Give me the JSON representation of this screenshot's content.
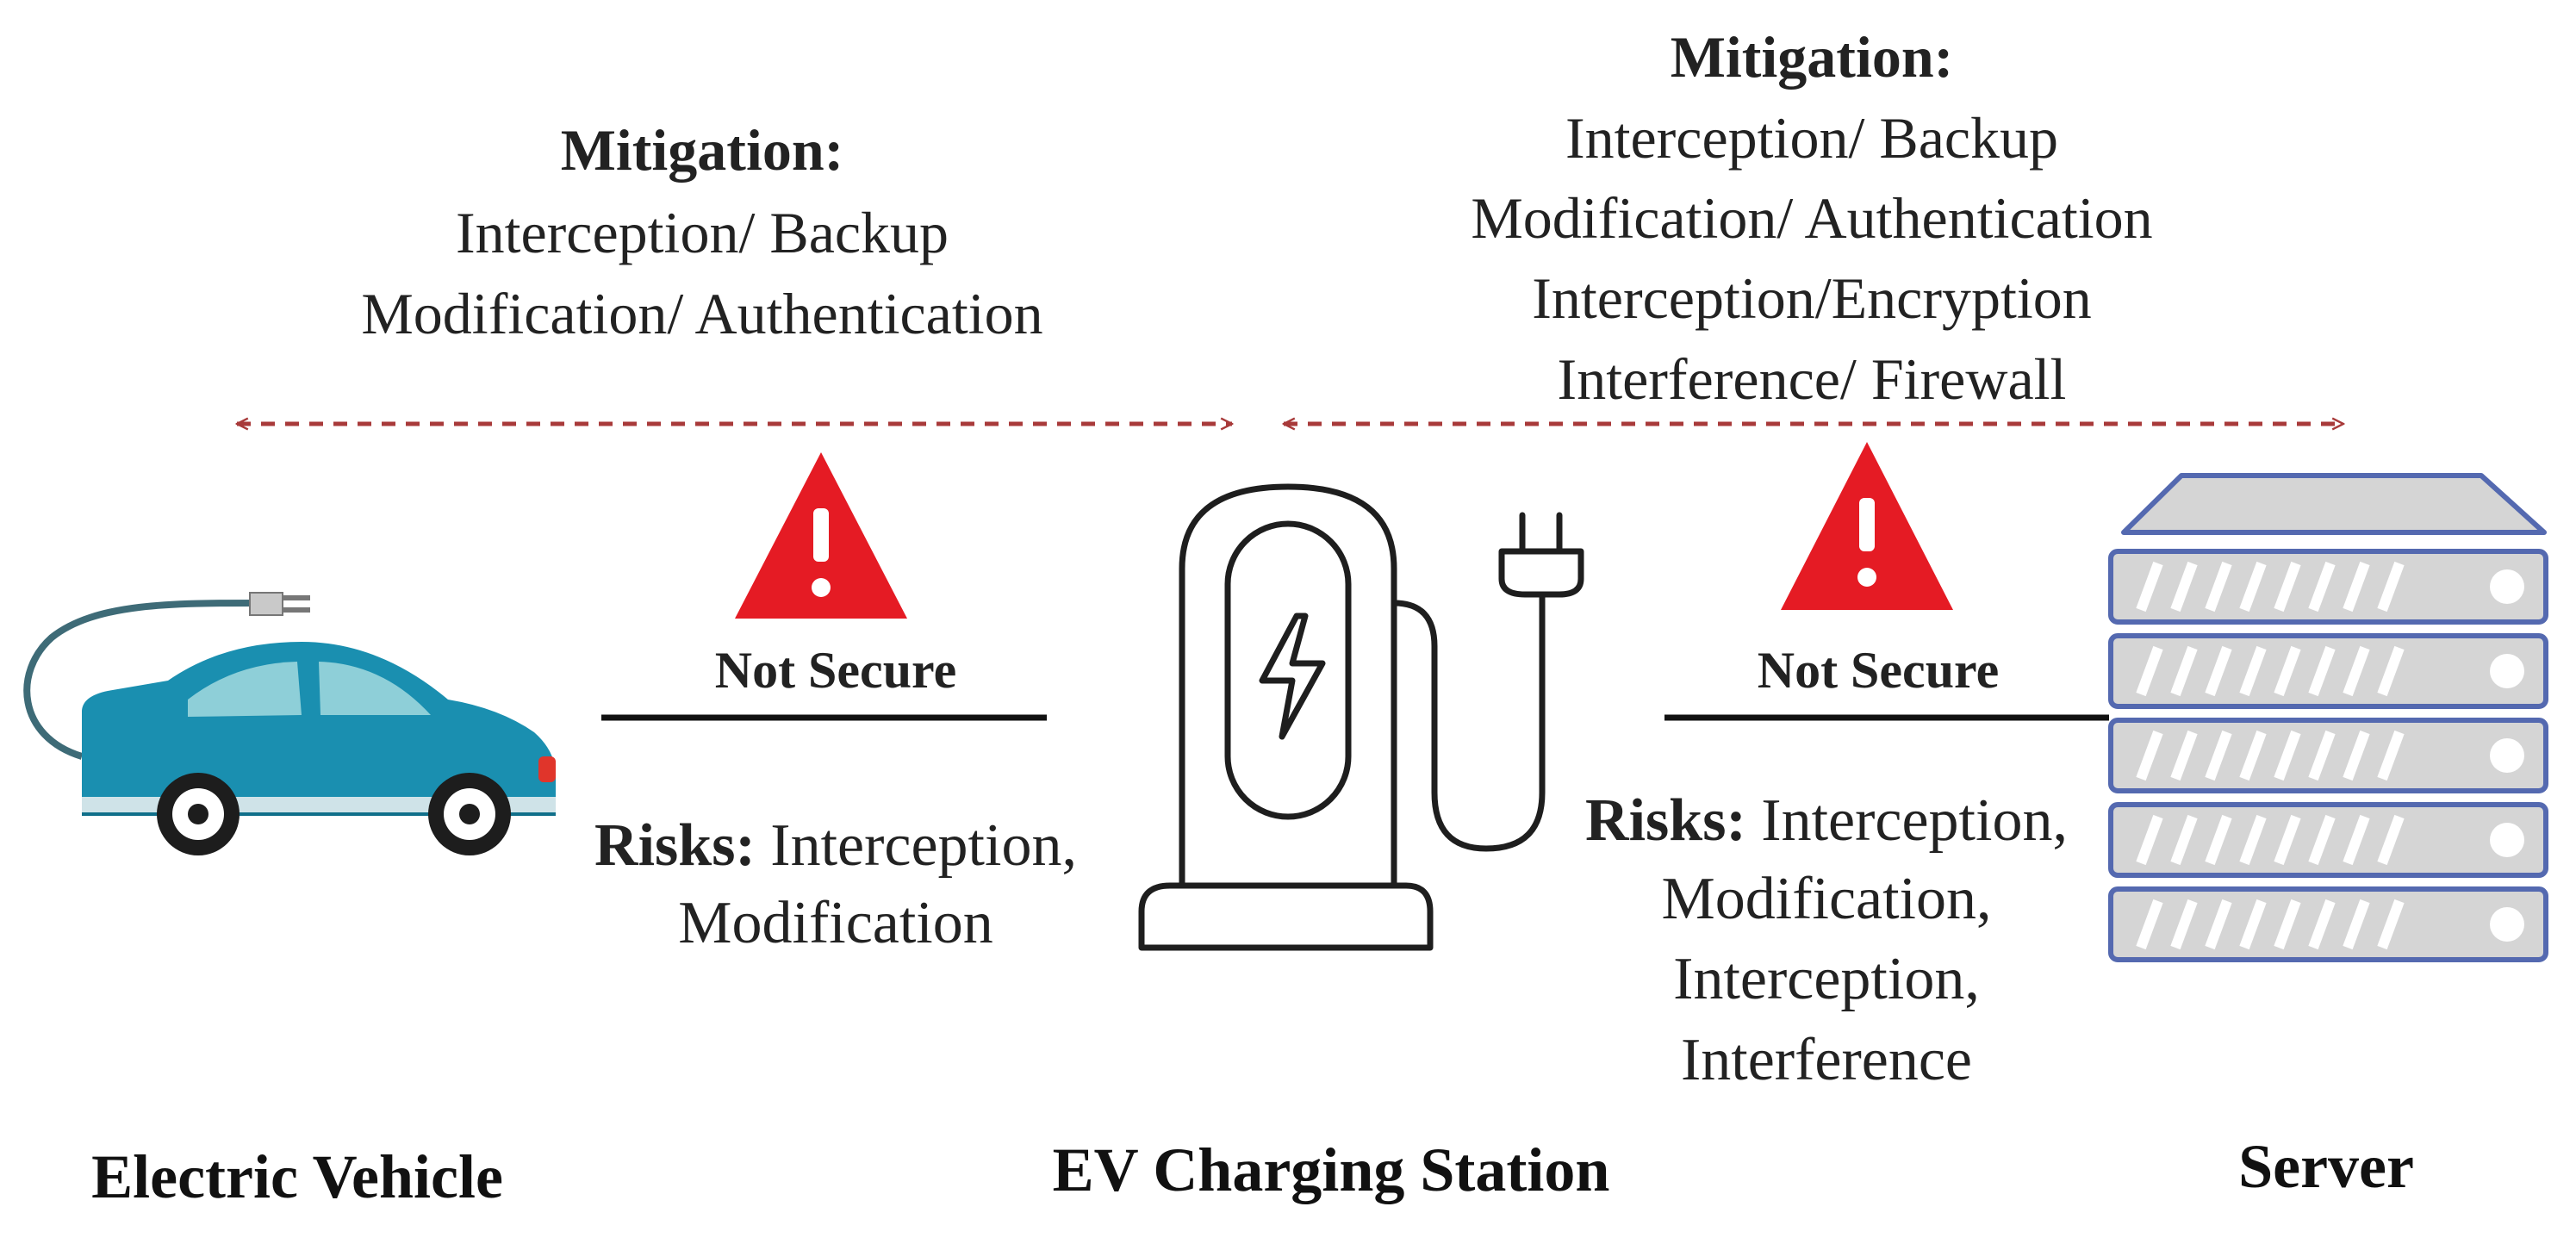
{
  "left_link": {
    "mitigation_title": "Mitigation:",
    "mitigations": [
      "Interception/ Backup",
      "Modification/ Authentication"
    ],
    "status": "Not Secure",
    "risks_label": "Risks:",
    "risks_line1": "Interception,",
    "risks_rest": [
      "Modification"
    ]
  },
  "right_link": {
    "mitigation_title": "Mitigation:",
    "mitigations": [
      "Interception/ Backup",
      "Modification/ Authentication",
      "Interception/Encryption",
      "Interference/ Firewall"
    ],
    "status": "Not Secure",
    "risks_label": "Risks:",
    "risks_line1": "Interception,",
    "risks_rest": [
      "Modification,",
      "Interception,",
      "Interference"
    ]
  },
  "nodes": {
    "vehicle": "Electric Vehicle",
    "station": "EV Charging Station",
    "server": "Server"
  },
  "colors": {
    "arrow": "#a83a3a",
    "warning": "#e51b24",
    "car_body": "#1a8fb0",
    "car_window": "#8ecfd8",
    "server_fill": "#d5d5d5",
    "server_stroke": "#5469b0",
    "line": "#111111"
  }
}
